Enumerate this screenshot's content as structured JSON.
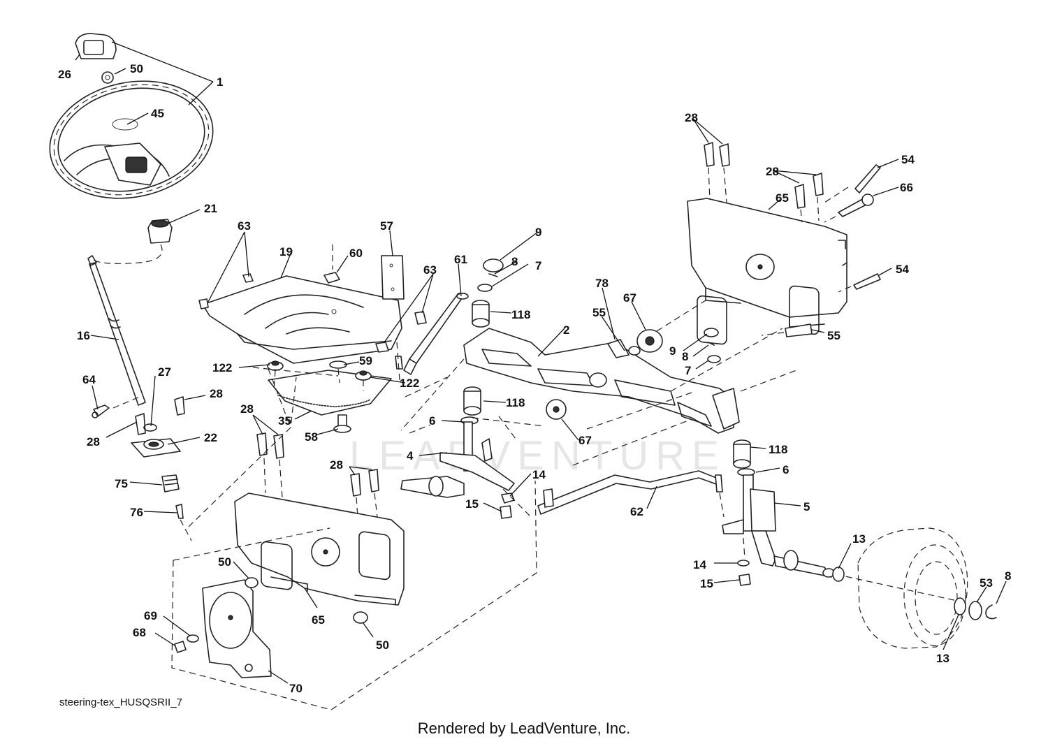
{
  "diagram": {
    "watermark": "LEADVENTURE",
    "reference": "steering-tex_HUSQSRII_7",
    "credit": "Rendered by LeadVenture, Inc.",
    "callouts": [
      {
        "id": "c1",
        "label": "1"
      },
      {
        "id": "c26",
        "label": "26"
      },
      {
        "id": "c50a",
        "label": "50"
      },
      {
        "id": "c45",
        "label": "45"
      },
      {
        "id": "c21",
        "label": "21"
      },
      {
        "id": "c16",
        "label": "16"
      },
      {
        "id": "c64",
        "label": "64"
      },
      {
        "id": "c27",
        "label": "27"
      },
      {
        "id": "c28a",
        "label": "28"
      },
      {
        "id": "c28b",
        "label": "28"
      },
      {
        "id": "c22",
        "label": "22"
      },
      {
        "id": "c75",
        "label": "75"
      },
      {
        "id": "c76",
        "label": "76"
      },
      {
        "id": "c63a",
        "label": "63"
      },
      {
        "id": "c19",
        "label": "19"
      },
      {
        "id": "c60",
        "label": "60"
      },
      {
        "id": "c57",
        "label": "57"
      },
      {
        "id": "c63b",
        "label": "63"
      },
      {
        "id": "c61",
        "label": "61"
      },
      {
        "id": "c122a",
        "label": "122"
      },
      {
        "id": "c59",
        "label": "59"
      },
      {
        "id": "c122b",
        "label": "122"
      },
      {
        "id": "c35",
        "label": "35"
      },
      {
        "id": "c58",
        "label": "58"
      },
      {
        "id": "c28c",
        "label": "28"
      },
      {
        "id": "c9a",
        "label": "9"
      },
      {
        "id": "c8a",
        "label": "8"
      },
      {
        "id": "c7a",
        "label": "7"
      },
      {
        "id": "c118a",
        "label": "118"
      },
      {
        "id": "c2",
        "label": "2"
      },
      {
        "id": "c78",
        "label": "78"
      },
      {
        "id": "c55a",
        "label": "55"
      },
      {
        "id": "c67a",
        "label": "67"
      },
      {
        "id": "c118b",
        "label": "118"
      },
      {
        "id": "c6a",
        "label": "6"
      },
      {
        "id": "c4",
        "label": "4"
      },
      {
        "id": "c67b",
        "label": "67"
      },
      {
        "id": "c28d",
        "label": "28"
      },
      {
        "id": "c14a",
        "label": "14"
      },
      {
        "id": "c15a",
        "label": "15"
      },
      {
        "id": "c9b",
        "label": "9"
      },
      {
        "id": "c8b",
        "label": "8"
      },
      {
        "id": "c7b",
        "label": "7"
      },
      {
        "id": "c28e",
        "label": "28"
      },
      {
        "id": "c28f",
        "label": "28"
      },
      {
        "id": "c54a",
        "label": "54"
      },
      {
        "id": "c65a",
        "label": "65"
      },
      {
        "id": "c66",
        "label": "66"
      },
      {
        "id": "c54b",
        "label": "54"
      },
      {
        "id": "c55b",
        "label": "55"
      },
      {
        "id": "c118c",
        "label": "118"
      },
      {
        "id": "c6b",
        "label": "6"
      },
      {
        "id": "c5",
        "label": "5"
      },
      {
        "id": "c62",
        "label": "62"
      },
      {
        "id": "c13a",
        "label": "13"
      },
      {
        "id": "c14b",
        "label": "14"
      },
      {
        "id": "c15b",
        "label": "15"
      },
      {
        "id": "c53",
        "label": "53"
      },
      {
        "id": "c8c",
        "label": "8"
      },
      {
        "id": "c13b",
        "label": "13"
      },
      {
        "id": "c50b",
        "label": "50"
      },
      {
        "id": "c65b",
        "label": "65"
      },
      {
        "id": "c50c",
        "label": "50"
      },
      {
        "id": "c69",
        "label": "69"
      },
      {
        "id": "c68",
        "label": "68"
      },
      {
        "id": "c70",
        "label": "70"
      }
    ]
  }
}
